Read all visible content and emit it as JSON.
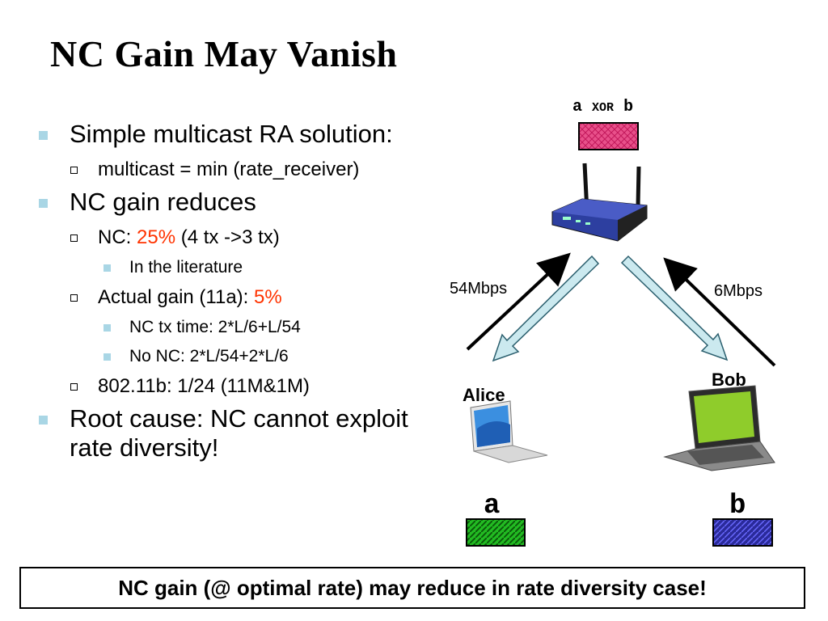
{
  "title": "NC Gain May Vanish",
  "bullets": {
    "b1": "Simple multicast RA solution:",
    "b1_s1": "multicast = min (rate_receiver)",
    "b2": "NC gain reduces",
    "b2_s1_pre": "NC: ",
    "b2_s1_red": "25%",
    "b2_s1_post": " (4 tx ->3 tx)",
    "b2_s1_ss1": "In the literature",
    "b2_s2_pre": "Actual gain (11a): ",
    "b2_s2_red": "5%",
    "b2_s2_ss1": "NC tx time: 2*L/6+L/54",
    "b2_s2_ss2": "No NC: 2*L/54+2*L/6",
    "b2_s3": "802.11b:  1/24 (11M&1M)",
    "b3": "Root cause: NC cannot exploit rate diversity!"
  },
  "diagram": {
    "xor_a": "a",
    "xor_op": "XOR",
    "xor_b": "b",
    "rate_left": "54Mbps",
    "rate_right": "6Mbps",
    "alice": "Alice",
    "bob": "Bob",
    "packet_a": "a",
    "packet_b": "b",
    "colors": {
      "xor_packet": "#e8508a",
      "packet_a": "#22bb22",
      "packet_b": "#2a2a9a",
      "broadcast_arrow": "#cbe9ef"
    }
  },
  "footer": "NC gain (@ optimal rate) may reduce in rate diversity case!"
}
